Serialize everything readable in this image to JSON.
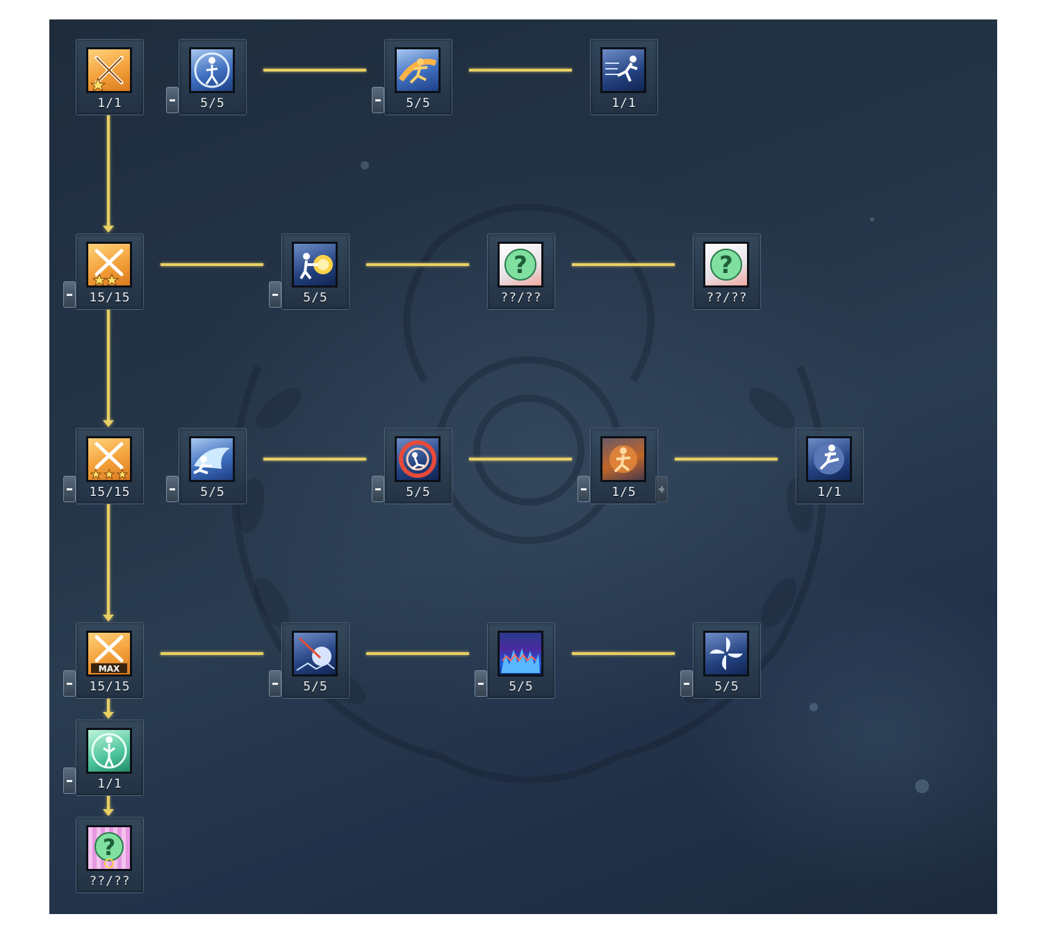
{
  "skill_tree": {
    "nodes": [
      {
        "id": "sword-1",
        "level": "1/1",
        "icon": "sword-star-1-icon",
        "minus": false,
        "plus": false
      },
      {
        "id": "blue-spirit",
        "level": "5/5",
        "icon": "spirit-figure-icon",
        "minus": true,
        "plus": false
      },
      {
        "id": "fire-dash",
        "level": "5/5",
        "icon": "fire-dash-icon",
        "minus": true,
        "plus": false
      },
      {
        "id": "kick-burst",
        "level": "1/1",
        "icon": "kick-burst-icon",
        "minus": false,
        "plus": false
      },
      {
        "id": "sword-2",
        "level": "15/15",
        "icon": "sword-star-2-icon",
        "minus": true,
        "plus": false
      },
      {
        "id": "punch-blast",
        "level": "5/5",
        "icon": "punch-blast-icon",
        "minus": true,
        "plus": false
      },
      {
        "id": "unknown-1",
        "level": "??/??",
        "icon": "unknown-skill-icon",
        "minus": false,
        "plus": false
      },
      {
        "id": "unknown-2",
        "level": "??/??",
        "icon": "unknown-skill-icon",
        "minus": false,
        "plus": false
      },
      {
        "id": "sword-3",
        "level": "15/15",
        "icon": "sword-star-3-icon",
        "minus": true,
        "plus": false
      },
      {
        "id": "wave-slide",
        "level": "5/5",
        "icon": "wave-slide-icon",
        "minus": true,
        "plus": false
      },
      {
        "id": "red-spiral",
        "level": "5/5",
        "icon": "red-spiral-icon",
        "minus": true,
        "plus": false
      },
      {
        "id": "flame-strike",
        "level": "1/5",
        "icon": "flame-strike-icon",
        "minus": true,
        "plus": true
      },
      {
        "id": "spin-kick",
        "level": "1/1",
        "icon": "spin-kick-icon",
        "minus": false,
        "plus": false
      },
      {
        "id": "sword-max",
        "level": "15/15",
        "icon": "sword-max-icon",
        "minus": true,
        "plus": false
      },
      {
        "id": "ground-slash",
        "level": "5/5",
        "icon": "ground-slash-icon",
        "minus": true,
        "plus": false
      },
      {
        "id": "blue-flames",
        "level": "5/5",
        "icon": "blue-flames-icon",
        "minus": true,
        "plus": false
      },
      {
        "id": "pinwheel",
        "level": "5/5",
        "icon": "pinwheel-icon",
        "minus": true,
        "plus": false
      },
      {
        "id": "aura-stance",
        "level": "1/1",
        "icon": "aura-stance-icon",
        "minus": true,
        "plus": false
      },
      {
        "id": "unknown-3",
        "level": "??/??",
        "icon": "unknown-skill-icon",
        "minus": false,
        "plus": false
      }
    ],
    "max_badge": "MAX",
    "unknown_glyph": "?"
  },
  "colors": {
    "connector": "#e8cf63",
    "panel": "#243447",
    "level_text": "#e9edf2"
  }
}
